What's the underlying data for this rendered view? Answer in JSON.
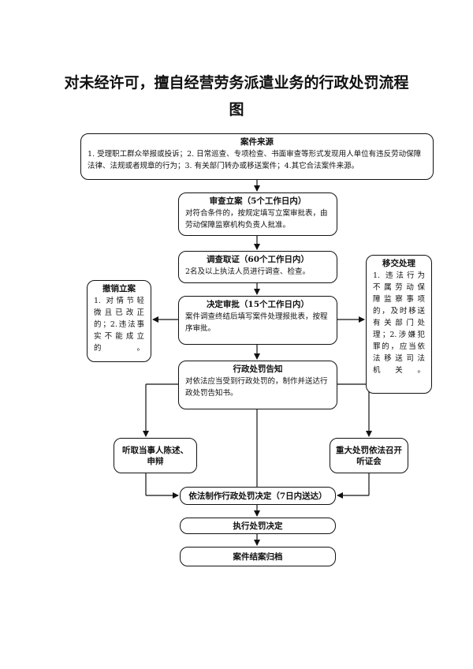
{
  "document": {
    "title_line1": "对未经许可，擅自经营劳务派遣业务的行政处罚流程",
    "title_line2": "图"
  },
  "flow": {
    "source": {
      "head": "案件来源",
      "body": "1. 受理职工群众举报或投诉；2. 日常巡查、专项检查、书面审查等形式发现用人单位有违反劳动保障法律、法规或者规章的行为；3. 有关部门转办或移送案件；4.其它合法案件来源。"
    },
    "filing": {
      "head": "审查立案（5个工作日内）",
      "body": "对符合条件的，按规定填写立案审批表，由劳动保障监察机构负责人批准。"
    },
    "investigation": {
      "head": "调查取证（60个工作日内）",
      "body": "2名及以上执法人员进行调查、检查。"
    },
    "decision": {
      "head": "决定审批（15个工作日内）",
      "body": "案件调查终结后填写案件处理报批表，按程序审批。"
    },
    "cancel": {
      "head": "撤销立案",
      "lines": [
        "1. 对情节轻",
        "微且已改正",
        "的；2.违法事",
        "实不能成立",
        "的。"
      ]
    },
    "transfer": {
      "head": "移交处理",
      "lines": [
        "1. 违法行为",
        "不属劳动保",
        "障监察事项",
        "的，及时移送",
        "有关部门处",
        "理；2.涉嫌犯",
        "罪的，应当依",
        "法移送司法",
        "机关。"
      ]
    },
    "notice": {
      "head": "行政处罚告知",
      "body": "对依法应当受到行政处罚的，制作并送达行政处罚告知书。"
    },
    "statement": {
      "label": "听取当事人陈述、申辩"
    },
    "hearing": {
      "label": "重大处罚依法召开听证会"
    },
    "penalty_decision": {
      "label": "依法制作行政处罚决定（7日内送达）"
    },
    "execute": {
      "label": "执行处罚决定"
    },
    "archive": {
      "label": "案件结案归档"
    }
  }
}
